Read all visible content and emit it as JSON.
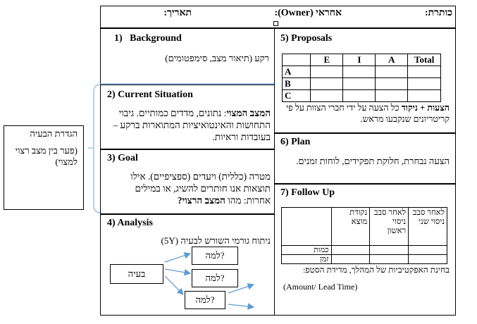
{
  "header": {
    "title_label": "כותרת:",
    "owner_label": "אחראי (Owner):",
    "date_label": "תאריך:"
  },
  "side_label": {
    "title": "הגדרת הבעיה",
    "subtitle": "(פער בין מצב רצוי למצוי)"
  },
  "background": {
    "title": "1)   Background",
    "text": "רקע (תיאור מצב, סימפטומים)"
  },
  "current_situation": {
    "title": "2) Current Situation",
    "bold_prefix": "המצב המצוי",
    "text": ": נתונים, מדדים כמותיים. גיבוי התחושות והאינטואיציות המתוארות ברקע – בעובדות וראיות."
  },
  "goal": {
    "title": "3) Goal",
    "text": "מטרה (כללית) ויעדים (ספציפיים). אילו תוצאות אנו חותרים להשיג, או במילים אחרות: מהו ",
    "bold_suffix": "המצב הרצוי",
    "end": "?"
  },
  "analysis": {
    "title": "4) Analysis",
    "text": "ניתוח גורמי השורש לבעיה (5Y)",
    "problem_label": "בעיה",
    "why_labels": [
      "למה?",
      "למה?",
      "למה?"
    ]
  },
  "proposals": {
    "title": "5) Proposals",
    "table_headers": [
      "",
      "E",
      "I",
      "A",
      "Total"
    ],
    "table_rows": [
      "A",
      "B",
      "C"
    ],
    "bold_prefix": "הצעות + ניקוד",
    "text": " כל הצעה על ידי חברי הצוות על פי קריטריונים שנקבעו מראש."
  },
  "plan": {
    "title": "6) Plan",
    "text": "הצעה נבחרת, חלוקת תפקידים, לוחות זמנים."
  },
  "follow_up": {
    "title": "7) Follow Up",
    "col_headers": [
      "נקודת מוצא",
      "לאחר סבב ניסוי ראשון",
      "לאחר סבב ניסוי שני"
    ],
    "row_labels": [
      "כמות",
      "זמן"
    ],
    "note": "בחינת האפקטיביות של המהלך, מדידת הסטפ:",
    "note_en": "(Amount/ Lead Time)"
  }
}
